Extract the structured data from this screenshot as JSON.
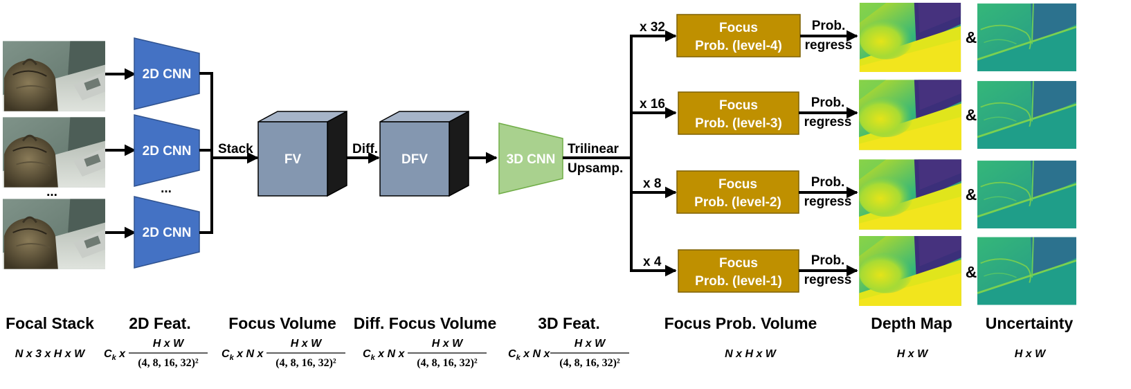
{
  "cnn2d_label": "2D CNN",
  "ellipsis": "...",
  "stack_label": "Stack",
  "fv_label": "FV",
  "diff_label": "Diff.",
  "dfv_label": "DFV",
  "cnn3d_label": "3D CNN",
  "upsample_label": [
    "Trilinear",
    "Upsamp."
  ],
  "scales": [
    "x 32",
    "x 16",
    "x 8",
    "x 4"
  ],
  "focus_prob_boxes": [
    {
      "line1": "Focus",
      "line2": "Prob. (level-4)"
    },
    {
      "line1": "Focus",
      "line2": "Prob. (level-3)"
    },
    {
      "line1": "Focus",
      "line2": "Prob. (level-2)"
    },
    {
      "line1": "Focus",
      "line2": "Prob. (level-1)"
    }
  ],
  "regress_label": [
    "Prob.",
    "regress"
  ],
  "amp": "&",
  "columns": {
    "focal_stack": {
      "title": "Focal Stack",
      "dim": "N x 3 x H x W"
    },
    "feat2d": {
      "title": "2D Feat.",
      "dim_prefix": "C",
      "dim_sub": "k",
      "dim_mid": " x",
      "frac_num": "H x W",
      "frac_den": "(4, 8, 16, 32)²"
    },
    "focus_volume": {
      "title": "Focus Volume",
      "dim_prefix": "C",
      "dim_sub": "k",
      "dim_mid": " x N x",
      "frac_num": "H x W",
      "frac_den": "(4, 8, 16, 32)²"
    },
    "diff_focus_volume": {
      "title": "Diff. Focus Volume",
      "dim_prefix": "C",
      "dim_sub": "k",
      "dim_mid": " x N x",
      "frac_num": "H x W",
      "frac_den": "(4, 8, 16, 32)²"
    },
    "feat3d": {
      "title": "3D Feat.",
      "dim_prefix": "C",
      "dim_sub": "k",
      "dim_mid": " x N x",
      "frac_num": "H x W",
      "frac_den": "(4, 8, 16, 32)²"
    },
    "focus_prob_volume": {
      "title": "Focus Prob. Volume",
      "dim": "N x H x W"
    },
    "depth_map": {
      "title": "Depth Map",
      "dim": "H x W"
    },
    "uncertainty": {
      "title": "Uncertainty",
      "dim": "H x W"
    }
  },
  "colors": {
    "cnn2d": "#4472c4",
    "cube_front": "#8497b0",
    "cube_side": "#1a1a1a",
    "cnn3d": "#a9d18e",
    "focus_box": "#bf9000"
  }
}
